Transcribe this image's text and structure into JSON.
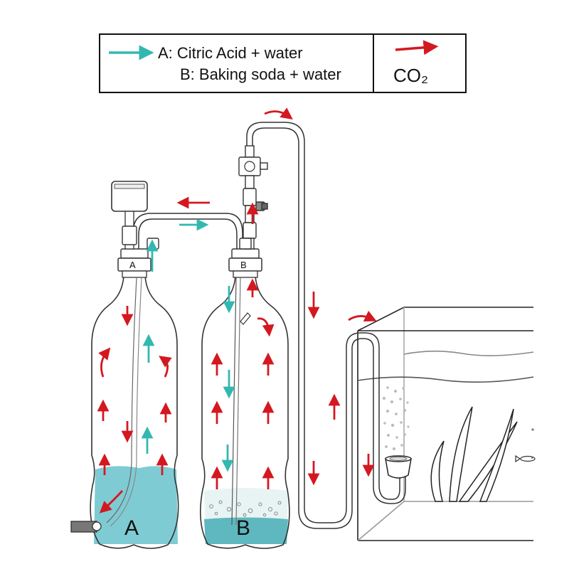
{
  "legend": {
    "line_a": "A: Citric Acid + water",
    "line_b": "B: Baking soda + water",
    "co2_label": "CO₂",
    "acid_arrow_color": "#33b8b0",
    "co2_arrow_color": "#d41820"
  },
  "bottles": {
    "a": {
      "cap_label": "A",
      "body_label": "A",
      "liquid_color": "#7fcbd3"
    },
    "b": {
      "cap_label": "B",
      "body_label": "B",
      "liquid_color": "#5fb8bf"
    }
  },
  "icons": [
    "pressure-gauge-icon",
    "bubble-counter-icon",
    "needle-valve-icon",
    "diffuser-icon",
    "fish-icon"
  ]
}
